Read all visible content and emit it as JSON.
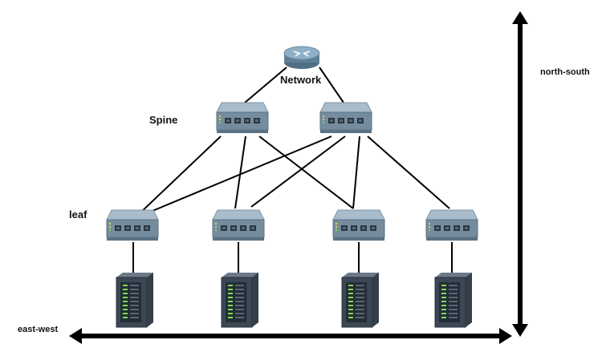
{
  "labels": {
    "network": "Network",
    "spine": "Spine",
    "leaf": "leaf",
    "north_south": "north-south",
    "east_west": "east-west"
  },
  "colors": {
    "switch_top": "#9fb3c2",
    "switch_front": "#6f8799",
    "switch_side": "#56707f",
    "server_body": "#3e4a57",
    "server_front": "#2a333d",
    "led_green": "#7ed957",
    "router_body": "#6d8fa8",
    "line": "#000000"
  },
  "icons": {
    "router": "router-icon",
    "switch": "switch-icon",
    "server": "server-rack-icon"
  }
}
